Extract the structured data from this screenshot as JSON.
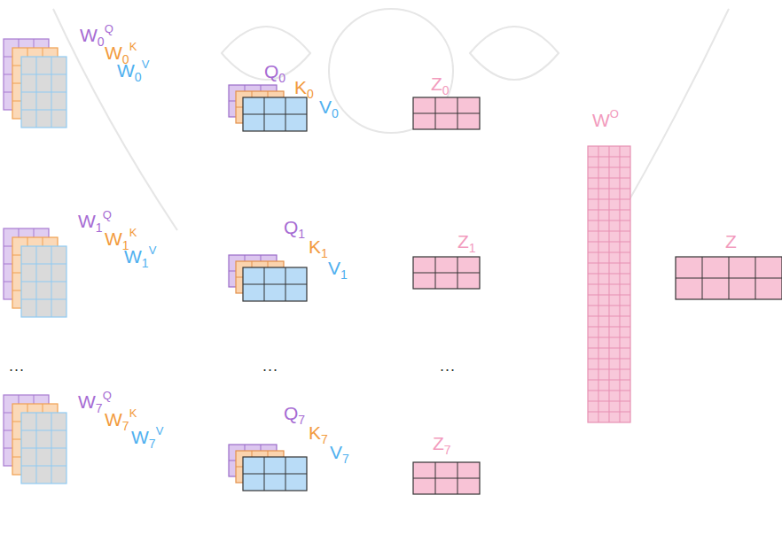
{
  "diagram": {
    "labels": [
      "W0Q",
      "W0K",
      "W0V",
      "Q0",
      "K0",
      "V0",
      "Z0",
      "WO",
      "W1Q",
      "W1K",
      "W1V",
      "Q1",
      "K1",
      "V1",
      "Z1",
      "Z",
      "...",
      "...",
      "...",
      "W7Q",
      "W7K",
      "W7V",
      "Q7",
      "K7",
      "V7",
      "Z7"
    ]
  }
}
